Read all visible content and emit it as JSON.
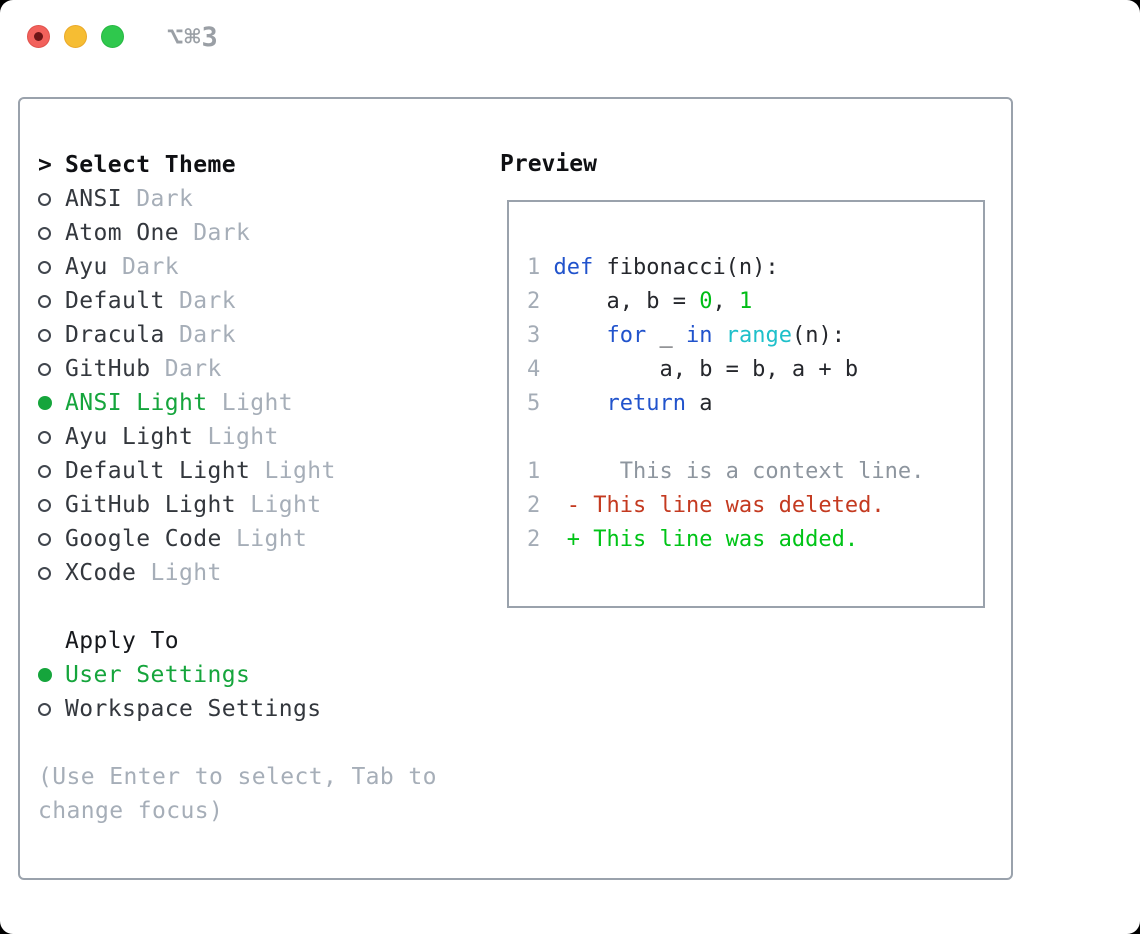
{
  "window": {
    "hotkey_label": "⌥⌘3"
  },
  "colors": {
    "accent_green": "#15a53c",
    "keyword_blue": "#2153cc",
    "builtin_cyan": "#1ec0ca",
    "literal_green": "#00bd16",
    "added_green": "#00c417",
    "deleted_red": "#c43a20",
    "context_gray": "#8d959e",
    "line_number_gray": "#a4acb6",
    "muted_gray": "#a6aeb8",
    "text_dark": "#33373d",
    "code_text": "#25272c",
    "border_gray": "#9aa2ac",
    "traffic_red": "#f2615c",
    "traffic_yellow": "#f6bd33",
    "traffic_green": "#2fc84d"
  },
  "theme_picker": {
    "header_marker": ">",
    "header": "Select Theme",
    "themes": [
      {
        "name": "ANSI",
        "variant": "Dark",
        "selected": false
      },
      {
        "name": "Atom One",
        "variant": "Dark",
        "selected": false
      },
      {
        "name": "Ayu",
        "variant": "Dark",
        "selected": false
      },
      {
        "name": "Default",
        "variant": "Dark",
        "selected": false
      },
      {
        "name": "Dracula",
        "variant": "Dark",
        "selected": false
      },
      {
        "name": "GitHub",
        "variant": "Dark",
        "selected": false
      },
      {
        "name": "ANSI Light",
        "variant": "Light",
        "selected": true
      },
      {
        "name": "Ayu Light",
        "variant": "Light",
        "selected": false
      },
      {
        "name": "Default Light",
        "variant": "Light",
        "selected": false
      },
      {
        "name": "GitHub Light",
        "variant": "Light",
        "selected": false
      },
      {
        "name": "Google Code",
        "variant": "Light",
        "selected": false
      },
      {
        "name": "XCode",
        "variant": "Light",
        "selected": false
      }
    ],
    "apply_to": {
      "header": "Apply To",
      "options": [
        {
          "name": "User Settings",
          "selected": true
        },
        {
          "name": "Workspace Settings",
          "selected": false
        }
      ]
    },
    "help_lines": [
      "(Use Enter to select, Tab to",
      "change focus)"
    ]
  },
  "preview": {
    "label": "Preview",
    "code_lines": [
      {
        "num": "1",
        "tokens": [
          [
            "kw",
            " def"
          ],
          [
            "plain",
            " fibonacci(n):"
          ]
        ]
      },
      {
        "num": "2",
        "tokens": [
          [
            "plain",
            "     a, b = "
          ],
          [
            "lit",
            "0"
          ],
          [
            "plain",
            ", "
          ],
          [
            "lit",
            "1"
          ]
        ]
      },
      {
        "num": "3",
        "tokens": [
          [
            "plain",
            "     "
          ],
          [
            "kw",
            "for"
          ],
          [
            "plain",
            " _ "
          ],
          [
            "kw",
            "in"
          ],
          [
            "plain",
            " "
          ],
          [
            "fn",
            "range"
          ],
          [
            "plain",
            "(n):"
          ]
        ]
      },
      {
        "num": "4",
        "tokens": [
          [
            "plain",
            "         a, b = b, a + b"
          ]
        ]
      },
      {
        "num": "5",
        "tokens": [
          [
            "plain",
            "     "
          ],
          [
            "kw",
            "return"
          ],
          [
            "plain",
            " a"
          ]
        ]
      }
    ],
    "diff_lines": [
      {
        "num": "1",
        "tokens": [
          [
            "ctx",
            "      This is a context line."
          ]
        ]
      },
      {
        "num": "2",
        "tokens": [
          [
            "del",
            "  - This line was deleted."
          ]
        ]
      },
      {
        "num": "2",
        "tokens": [
          [
            "add",
            "  + This line was added."
          ]
        ]
      }
    ]
  }
}
